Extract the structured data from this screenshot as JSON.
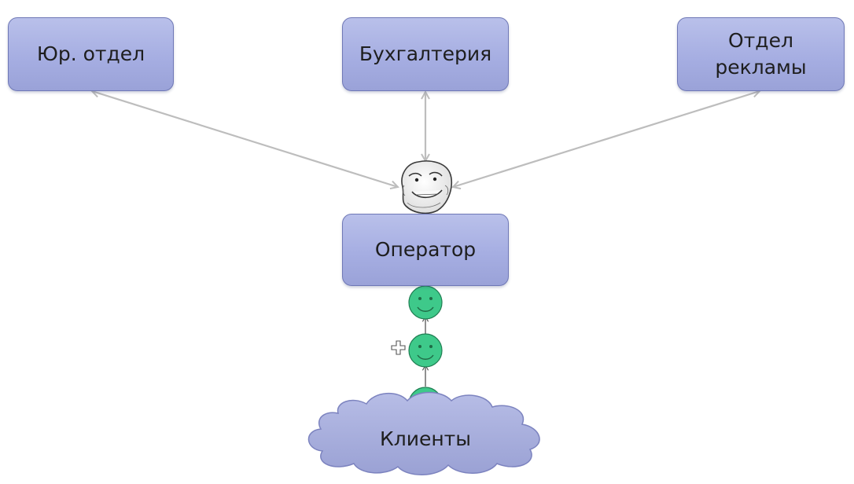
{
  "boxes": {
    "legal": "Юр. отдел",
    "accounting": "Бухгалтерия",
    "advertising_line1": "Отдел",
    "advertising_line2": "рекламы",
    "operator": "Оператор"
  },
  "cloud": {
    "label": "Клиенты"
  },
  "icons": {
    "operator_face": "forever-alone-face-icon",
    "client_face": "green-smiley-icon",
    "plus": "plus-icon"
  },
  "colors": {
    "box_fill": "#a6aee2",
    "box_border": "#6f78b6",
    "connector": "#bdbdbd",
    "smiley": "#3ec98a",
    "cloud": "#a7add9"
  }
}
